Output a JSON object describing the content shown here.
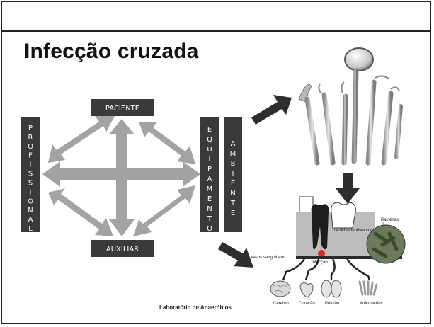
{
  "slide": {
    "title": "Infecção cruzada",
    "caption": "Laboratório de Anaeróbios"
  },
  "diagram": {
    "top_box": "PACIENTE",
    "bottom_box": "AUXILIAR",
    "left_box": "PROFISSIONAL",
    "right_box_1": "EQUIPAMENTO",
    "right_box_2": "AMBIENTE"
  },
  "illustration": {
    "website": "medicinadentista.com.br",
    "bacteria_label": "Bactérias",
    "vessels_label": "Vasos sanguíneos",
    "infection_label": "Infecção",
    "organs": [
      "Cérebro",
      "Coração",
      "Pulmão",
      "Articulações"
    ]
  },
  "colors": {
    "box_fill": "#3a3a3a",
    "arrow_fill": "#a0a0a0",
    "big_arrow": "#2e2e2e"
  }
}
